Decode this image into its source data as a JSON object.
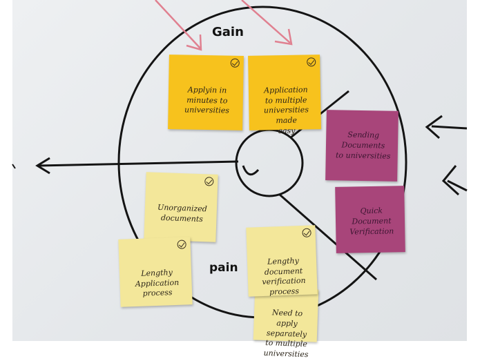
{
  "labels": {
    "gain": "Gain",
    "pain": "pain"
  },
  "notes": [
    {
      "id": "gain1",
      "text": "Applyin in\nminutes to\nuniversities",
      "color": "#f7c21d",
      "checked": true
    },
    {
      "id": "gain2",
      "text": "Application\nto multiple\nuniversities made\neasy",
      "color": "#f7c21d",
      "checked": true
    },
    {
      "id": "purple1",
      "text": "Sending\nDocuments\nto universities",
      "color": "#a8457a",
      "checked": false
    },
    {
      "id": "purple2",
      "text": "Quick\nDocument\nVerification",
      "color": "#a8457a",
      "checked": false
    },
    {
      "id": "pain1",
      "text": "Unorganized\ndocuments",
      "color": "#f3e79a",
      "checked": true
    },
    {
      "id": "pain2",
      "text": "Lengthy\nApplication\nprocess",
      "color": "#f3e79a",
      "checked": true
    },
    {
      "id": "pain3",
      "text": "Lengthy\ndocument\nverification\nprocess",
      "color": "#f3e79a",
      "checked": true
    },
    {
      "id": "pain4",
      "text": "Need to\napply separately\nto multiple\nuniversities",
      "color": "#f3e79a",
      "checked": false
    }
  ],
  "colors": {
    "marker": "#141414",
    "arrow_pink": "#e08090"
  }
}
